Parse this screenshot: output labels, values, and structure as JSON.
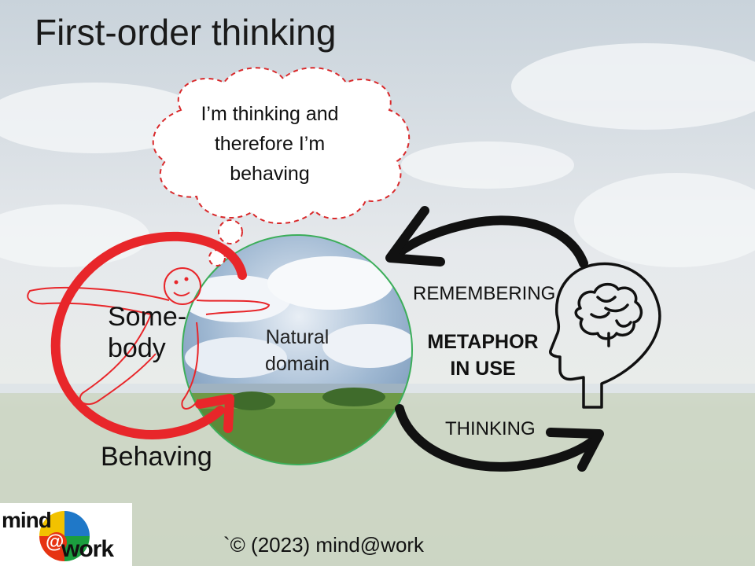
{
  "slide": {
    "title": "First-order thinking",
    "thought_bubble": "I’m thinking and therefore I’m behaving",
    "somebody_label": "Some-body",
    "natural_domain_label": "Natural domain",
    "behaving_label": "Behaving",
    "remembering_label": "REMEMBERING",
    "metaphor_label": "METAPHOR IN USE",
    "thinking_label": "THINKING",
    "copyright": "`© (2023) mind@work"
  },
  "logo": {
    "text_mind": "mind",
    "text_at": "@",
    "text_work": "work",
    "colors": [
      "#1b9e3e",
      "#f2c200",
      "#e63312",
      "#1f78c8"
    ]
  },
  "icons": {
    "thought": "thought-bubble-icon",
    "person": "stick-figure-icon",
    "head": "head-brain-icon",
    "arrow_top": "curved-arrow-left-icon",
    "arrow_bottom": "curved-arrow-right-icon"
  },
  "colors": {
    "bubble_stroke": "#d9292b",
    "figure_stroke": "#e8262a",
    "circle_border": "#3cae5a",
    "arrows": "#111111"
  }
}
